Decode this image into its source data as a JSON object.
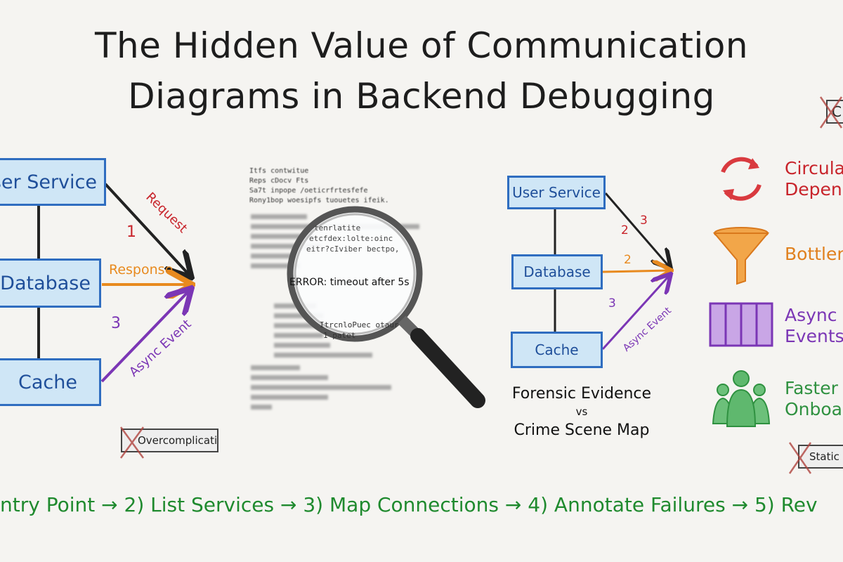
{
  "title": {
    "line1": "The Hidden Value of Communication",
    "line2": "Diagrams in Backend Debugging"
  },
  "left_diagram": {
    "boxes": [
      "ser Service",
      "Database",
      "Cache"
    ],
    "arrows": [
      {
        "number": "1",
        "label": "Request",
        "color": "#c8242b"
      },
      {
        "number": "",
        "label": "Response",
        "color": "#e88a1f"
      },
      {
        "number": "3",
        "label": "Async Event",
        "color": "#7b36b5"
      }
    ],
    "anti_pattern": "Overcomplicating"
  },
  "log_panel": {
    "lines": [
      "Itfs contwitue",
      "Reps cDocv Fts",
      "Sa7t inpope /oeticrfrtesfefe",
      "Rony1bop woesipfs tuouetes ifeik."
    ],
    "magnified_lines": [
      "tenrlatite",
      "etcfdex:lolte:oinc",
      "eitr?cIviber bectpo,",
      "ERROR: timeout after 5s",
      "ItrcnloPuec otaur",
      "1 patet"
    ],
    "icon": "magnifying-glass"
  },
  "right_diagram": {
    "boxes": [
      "User Service",
      "Database",
      "Cache"
    ],
    "numbers": {
      "black_arrow": [
        "2",
        "3"
      ],
      "orange_arrow": "2",
      "purple_arrow": "3"
    },
    "purple_label": "Async Event",
    "caption": {
      "line1": "Forensic Evidence",
      "line2": "vs",
      "line3": "Crime Scene Map"
    }
  },
  "side_panel": {
    "items": [
      {
        "icon": "circular-arrows",
        "lines": [
          "Circula",
          "Depenc"
        ],
        "color": "#c8242b"
      },
      {
        "icon": "funnel",
        "lines": [
          "Bottler"
        ],
        "color": "#e0801e"
      },
      {
        "icon": "queue",
        "lines": [
          "Async",
          "Events"
        ],
        "color": "#7b36b5"
      },
      {
        "icon": "people-group",
        "lines": [
          "Faster",
          "Onboar"
        ],
        "color": "#2f9140"
      }
    ],
    "top_crossed": "C",
    "bottom_crossed": "Static"
  },
  "flow": {
    "steps": [
      "ntry Point",
      "2) List Services",
      "3) Map Connections",
      "4) Annotate Failures",
      "5) Rev"
    ],
    "separator": "→",
    "color": "#1f8a2e"
  }
}
